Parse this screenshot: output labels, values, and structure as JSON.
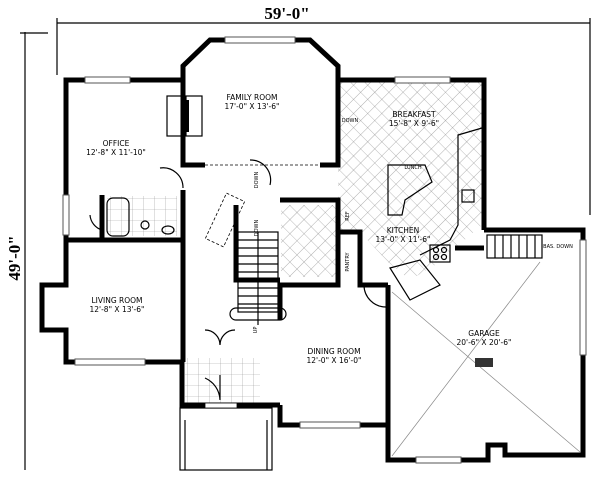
{
  "dimensions": {
    "width": "59'-0\"",
    "depth": "49'-0\""
  },
  "rooms": {
    "family_room": {
      "name": "FAMILY ROOM",
      "size": "17'-0\" X 13'-6\""
    },
    "office": {
      "name": "OFFICE",
      "size": "12'-8\" X 11'-10\""
    },
    "breakfast": {
      "name": "BREAKFAST",
      "size": "15'-8\" X 9'-6\""
    },
    "kitchen": {
      "name": "KITCHEN",
      "size": "13'-0\" X 11'-6\""
    },
    "living_room": {
      "name": "LIVING ROOM",
      "size": "12'-8\" X 13'-6\""
    },
    "dining_room": {
      "name": "DINING ROOM",
      "size": "12'-0\" X 16'-0\""
    },
    "garage": {
      "name": "GARAGE",
      "size": "20'-6\" X 20'-6\""
    }
  },
  "annotations": {
    "down_breakfast": "DOWN",
    "down_stair": "DOWN",
    "down_stair2": "DOWN",
    "lunch": "LUNCH",
    "bas_down": "BAS. DOWN",
    "up": "UP",
    "ref": "REF",
    "pantry": "PANTRY"
  }
}
